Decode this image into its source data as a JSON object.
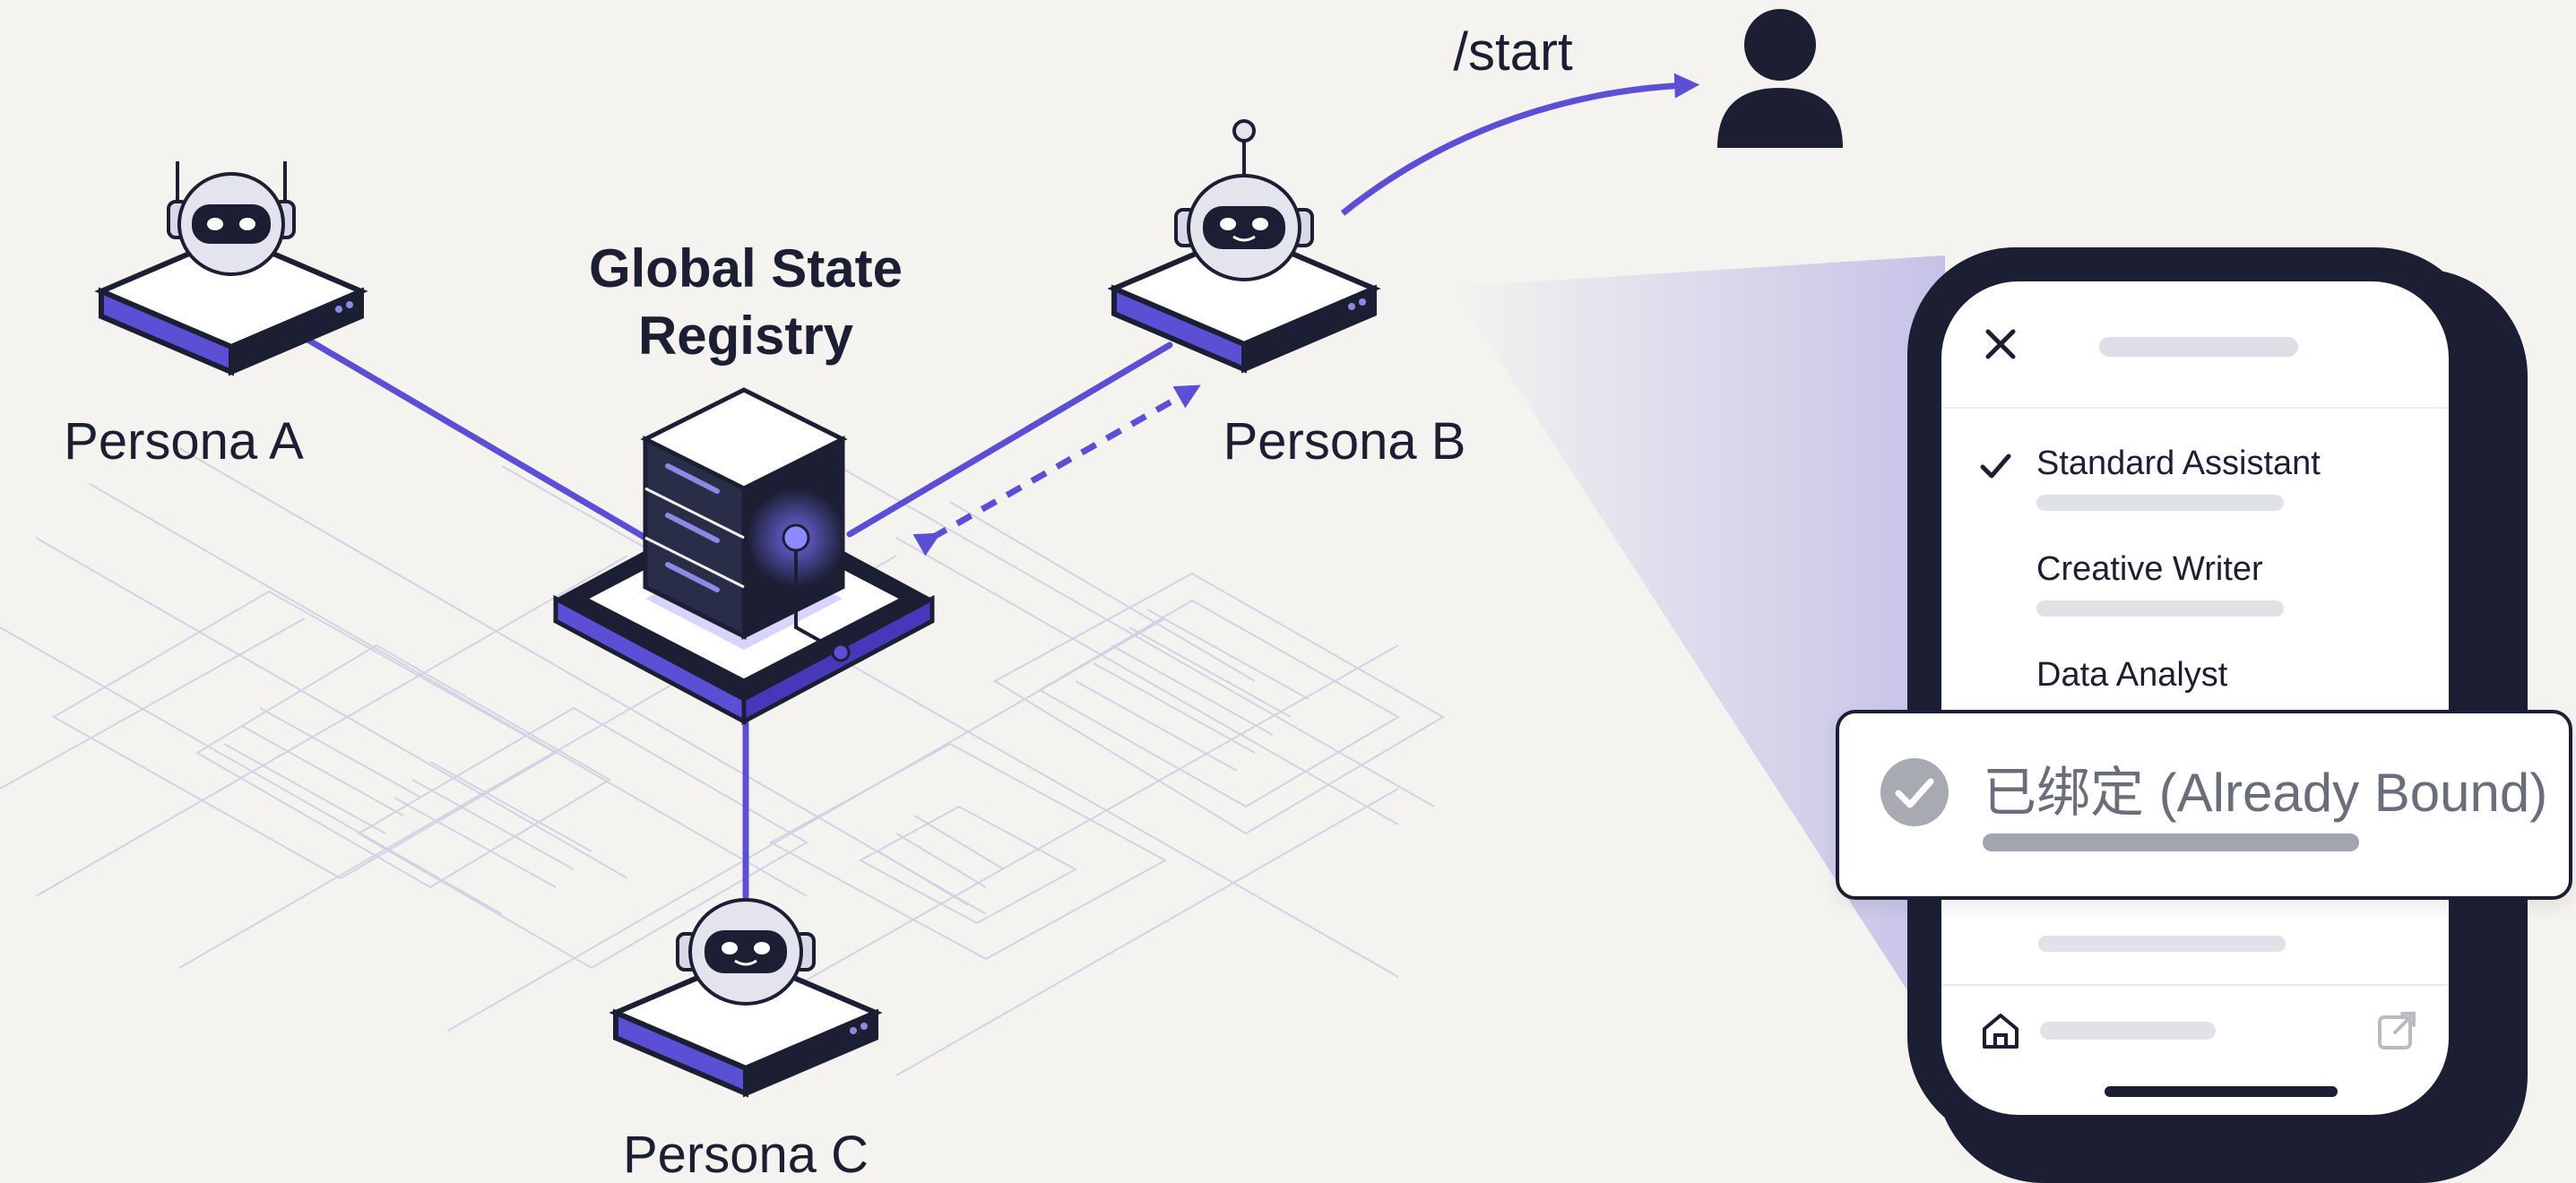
{
  "diagram": {
    "registry_title_line1": "Global State",
    "registry_title_line2": "Registry",
    "personas": {
      "a": "Persona A",
      "b": "Persona B",
      "c": "Persona C"
    },
    "command": "/start"
  },
  "phone": {
    "menu": [
      {
        "label": "Standard Assistant",
        "checked": true
      },
      {
        "label": "Creative Writer",
        "checked": false
      },
      {
        "label": "Data Analyst",
        "checked": false
      }
    ],
    "toast": {
      "label": "已绑定 (Already Bound)"
    }
  },
  "icons": [
    "robot-icon",
    "server-icon",
    "user-icon",
    "close-icon",
    "checkmark-icon",
    "check-circle-icon",
    "home-icon",
    "external-link-icon"
  ],
  "colors": {
    "accent": "#5b4fd6",
    "ink": "#1c1f33",
    "background": "#f4f3ef",
    "grid": "#c9cbe2"
  }
}
